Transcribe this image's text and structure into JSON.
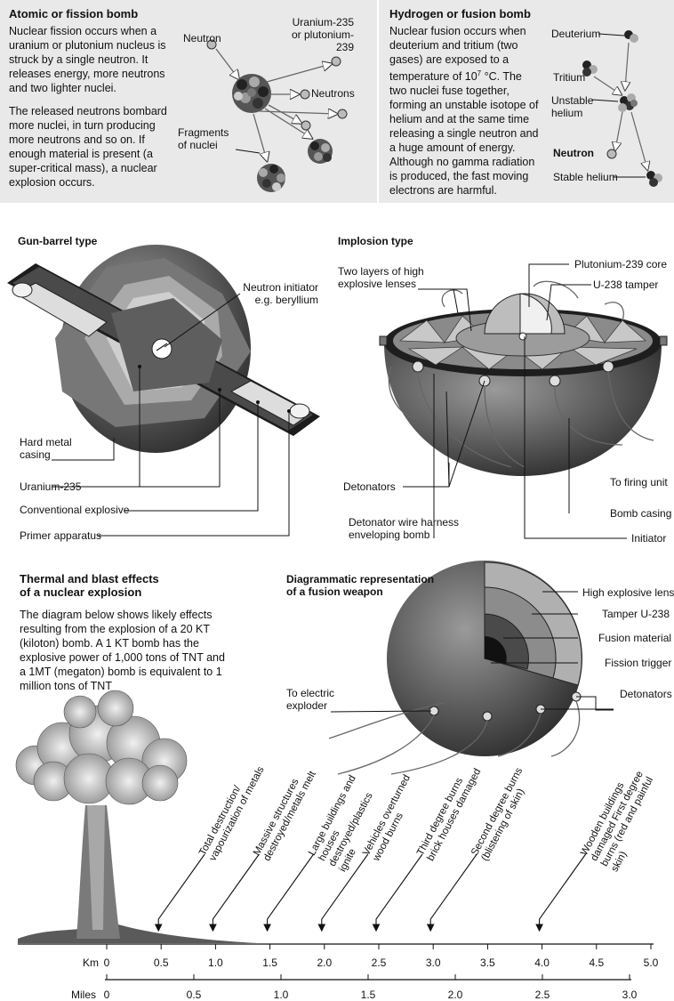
{
  "atomic": {
    "title": "Atomic or fission bomb",
    "p1": "Nuclear fission occurs when a uranium or plutonium nucleus is struck by a single neutron. It releases energy, more neutrons and two lighter nuclei.",
    "p2": "The released neutrons bombard more nuclei, in turn producing more neutrons and so on. If enough material is present (a super-critical mass), a nuclear explosion occurs.",
    "labels": {
      "neutron": "Neutron",
      "uranium": "Uranium-235 or plutonium-239",
      "neutrons": "Neutrons",
      "fragments": "Fragments of nuclei"
    }
  },
  "hydrogen": {
    "title": "Hydrogen or fusion bomb",
    "p1_a": "Nuclear fusion occurs when deuterium and tritium (two gases) are exposed to a temperature of 10",
    "p1_sup": "7",
    "p1_b": " °C. The two nuclei fuse together, forming an unstable isotope of helium and at the same time releasing a single neutron and a huge amount of energy. Although no gamma radiation is produced, the fast moving electrons are harmful.",
    "labels": {
      "deuterium": "Deuterium",
      "tritium": "Tritium",
      "unstable": "Unstable helium",
      "neutron": "Neutron",
      "stable": "Stable helium"
    }
  },
  "gun": {
    "title": "Gun-barrel type",
    "labels": {
      "initiator": "Neutron initiator e.g. beryllium",
      "casing": "Hard metal casing",
      "uranium": "Uranium-235",
      "explosive": "Conventional explosive",
      "primer": "Primer apparatus"
    }
  },
  "implosion": {
    "title": "Implosion type",
    "labels": {
      "lenses": "Two layers of high explosive lenses",
      "core": "Plutonium-239 core",
      "tamper": "U-238 tamper",
      "detonators": "Detonators",
      "firing": "To firing unit",
      "harness": "Detonator wire harness enveloping bomb",
      "casing": "Bomb casing",
      "initiator": "Initiator"
    }
  },
  "thermal": {
    "title": "Thermal and blast effects of a nuclear explosion",
    "body": "The diagram below shows likely effects resulting from the explosion of a 20 KT (kiloton) bomb. A 1 KT bomb has the explosive power of 1,000 tons of TNT and a 1MT (megaton) bomb is equivalent to 1 million tons of TNT"
  },
  "fusion": {
    "title": "Diagrammatic representation of a fusion weapon",
    "labels": {
      "lens": "High explosive lens",
      "tamper": "Tamper U-238",
      "material": "Fusion material",
      "trigger": "Fission trigger",
      "detonators": "Detonators",
      "exploder": "To electric exploder"
    }
  },
  "effects": [
    {
      "text": "Total destruction/ vapourization of metals",
      "km": 0.5
    },
    {
      "text": "Massive structures destroyed/metals melt",
      "km": 1.0
    },
    {
      "text": "Large buildings and houses destroyed/plastics ignite",
      "km": 1.5
    },
    {
      "text": "Vehicles overturned wood burns",
      "km": 2.0
    },
    {
      "text": "Third degree burns brick houses damaged",
      "km": 2.5
    },
    {
      "text": "Second degree burns (blistering of skin)",
      "km": 3.0
    },
    {
      "text": "Wooden buildings damaged First degree burns (red and painful skin)",
      "km": 4.0
    }
  ],
  "scale": {
    "km_label": "Km",
    "km_ticks": [
      "0",
      "0.5",
      "1.0",
      "1.5",
      "2.0",
      "2.5",
      "3.0",
      "3.5",
      "4.0",
      "4.5",
      "5.0"
    ],
    "miles_label": "Miles",
    "miles_ticks": [
      "0",
      "0.5",
      "1.0",
      "1.5",
      "2.0",
      "2.5",
      "3.0"
    ]
  }
}
